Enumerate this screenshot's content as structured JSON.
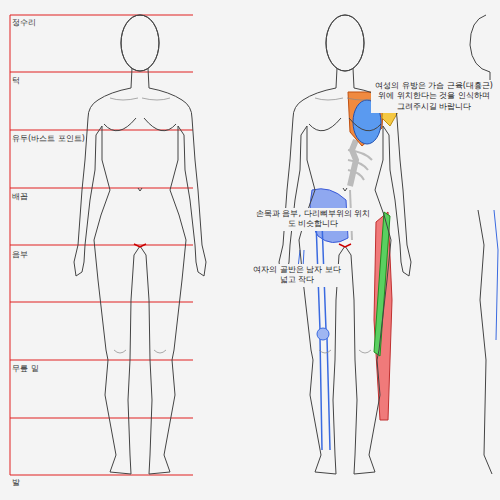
{
  "diagram": {
    "labels": [
      "정수리",
      "턱",
      "유두(바스트 포인트)",
      "배꼽",
      "음부",
      "무릎 밑",
      "발",
      "여성의 유방은 가슴 근육(대흉근) 위에 위치한다는 것을 인식하며 그려주시길 바랍니다",
      "손목과 음부, 다리뼈부위의 위치도 비슷합니다",
      "여자의 골반은 남자 보다 넓고 작다"
    ]
  }
}
